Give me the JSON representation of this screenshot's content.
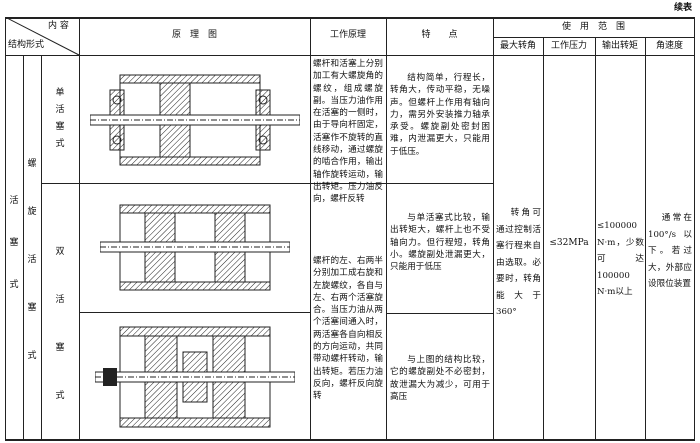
{
  "continued_label": "续表",
  "header": {
    "content": "内 容",
    "structure_form": "结构形式",
    "diagram": "原　理　图",
    "working_principle": "工作原理",
    "features": "特　　点",
    "usage_range": "使　用　范　围",
    "max_angle": "最大转角",
    "working_pressure": "工作压力",
    "output_torque": "输出转矩",
    "angular_speed": "角速度"
  },
  "category": {
    "level1": [
      "活",
      "塞",
      "式"
    ],
    "level2": [
      "螺",
      "旋",
      "活",
      "塞",
      "式"
    ],
    "single": [
      "单",
      "活",
      "塞",
      "式"
    ],
    "double": [
      "双",
      "活",
      "塞",
      "式"
    ]
  },
  "rows": {
    "single_principle": "螺杆和活塞上分别加工有大螺旋角的螺纹，组成螺旋副。当压力油作用在活塞的一侧时，由于导向杆固定，活塞作不旋转的直线移动，通过螺旋的啮合作用，输出轴作旋转运动，输出转矩。压力油反向，螺杆反转",
    "single_features": "结构简单，行程长，转角大，传动平稳，无噪声。但螺杆上作用有轴向力，需另外安装推力轴承承受。螺旋副处密封困难，内泄漏更大，只能用于低压。",
    "double_principle": "螺杆的左、右两半分别加工成右旋和左旋螺纹，各自与左、右两个活塞旋合。当压力油从两个活塞间通入时，两活塞各自向相反的方向运动，共同带动螺杆转动，输出转矩。若压力油反向，螺杆反向旋转",
    "double_features_1": "与单活塞式比较，输出转矩大，螺杆上也不受轴向力。但行程短，转角小。螺旋副处泄漏更大，只能用于低压",
    "double_features_2": "与上图的结构比较，它的螺旋副处不必密封，故泄漏大为减少，可用于高压"
  },
  "usage": {
    "max_angle": "转角可通过控制活塞行程来自由选取。必要时，转角能大于360°",
    "working_pressure": "≤32MPa",
    "output_torque": "≤100000 N·m，少数可达100000 N·m以上",
    "angular_speed": "通常在100°/s 以下。若过大，外部应设限位装置"
  }
}
